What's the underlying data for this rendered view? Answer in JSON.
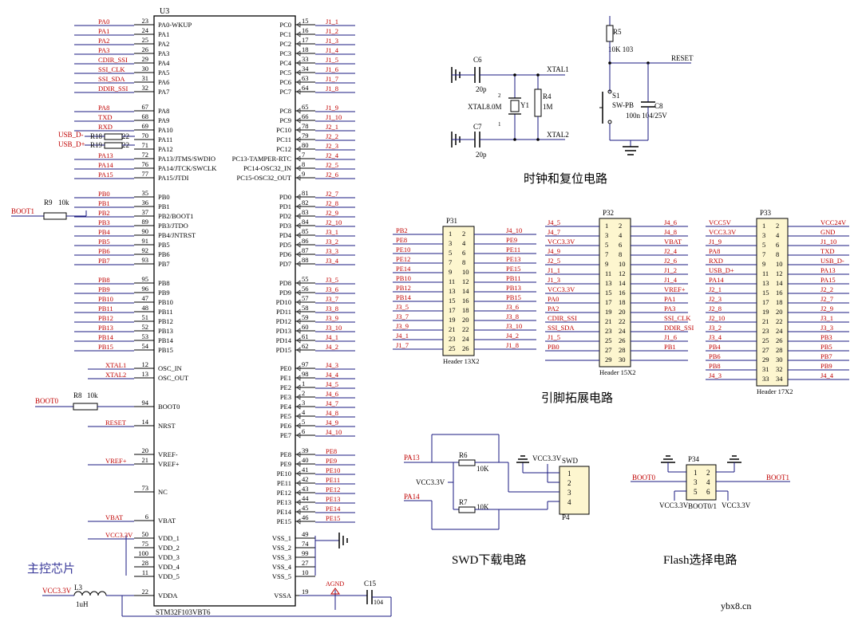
{
  "titles": {
    "mcu": "主控芯片",
    "clock": "时钟和复位电路",
    "expand": "引脚拓展电路",
    "swd": "SWD下载电路",
    "flash": "Flash选择电路",
    "watermark": "ybx8.cn"
  },
  "colors": {
    "net": "#c00000",
    "wire": "#1a1a80",
    "body": "#000000",
    "box_fill": "#fdf6cf"
  },
  "mcu": {
    "ref": "U3",
    "part": "STM32F103VBT6",
    "left_pins": [
      {
        "net": "PA0",
        "num": "23",
        "name": "PA0-WKUP"
      },
      {
        "net": "PA1",
        "num": "24",
        "name": "PA1"
      },
      {
        "net": "PA2",
        "num": "25",
        "name": "PA2"
      },
      {
        "net": "PA3",
        "num": "26",
        "name": "PA3"
      },
      {
        "net": "CDIR_SSI",
        "num": "29",
        "name": "PA4"
      },
      {
        "net": "SSI_CLK",
        "num": "30",
        "name": "PA5"
      },
      {
        "net": "SSI_SDA",
        "num": "31",
        "name": "PA6"
      },
      {
        "net": "DDIR_SSI",
        "num": "32",
        "name": "PA7"
      },
      {
        "net": "PA8",
        "num": "67",
        "name": "PA8"
      },
      {
        "net": "TXD",
        "num": "68",
        "name": "PA9"
      },
      {
        "net": "RXD",
        "num": "69",
        "name": "PA10"
      },
      {
        "net": "",
        "num": "70",
        "name": "PA11"
      },
      {
        "net": "",
        "num": "71",
        "name": "PA12"
      },
      {
        "net": "PA13",
        "num": "72",
        "name": "PA13/JTMS/SWDIO"
      },
      {
        "net": "PA14",
        "num": "76",
        "name": "PA14/JTCK/SWCLK"
      },
      {
        "net": "PA15",
        "num": "77",
        "name": "PA15/JTDI"
      },
      {
        "net": "PB0",
        "num": "35",
        "name": "PB0"
      },
      {
        "net": "PB1",
        "num": "36",
        "name": "PB1"
      },
      {
        "net": "PB2",
        "num": "37",
        "name": "PB2/BOOT1"
      },
      {
        "net": "PB3",
        "num": "89",
        "name": "PB3/JTDO"
      },
      {
        "net": "PB4",
        "num": "90",
        "name": "PB4/JNTRST"
      },
      {
        "net": "PB5",
        "num": "91",
        "name": "PB5"
      },
      {
        "net": "PB6",
        "num": "92",
        "name": "PB6"
      },
      {
        "net": "PB7",
        "num": "93",
        "name": "PB7"
      },
      {
        "net": "PB8",
        "num": "95",
        "name": "PB8"
      },
      {
        "net": "PB9",
        "num": "96",
        "name": "PB9"
      },
      {
        "net": "PB10",
        "num": "47",
        "name": "PB10"
      },
      {
        "net": "PB11",
        "num": "48",
        "name": "PB11"
      },
      {
        "net": "PB12",
        "num": "51",
        "name": "PB12"
      },
      {
        "net": "PB13",
        "num": "52",
        "name": "PB13"
      },
      {
        "net": "PB14",
        "num": "53",
        "name": "PB14"
      },
      {
        "net": "PB15",
        "num": "54",
        "name": "PB15"
      },
      {
        "net": "XTAL1",
        "num": "12",
        "name": "OSC_IN"
      },
      {
        "net": "XTAL2",
        "num": "13",
        "name": "OSC_OUT"
      },
      {
        "net": "",
        "num": "94",
        "name": "BOOT0"
      },
      {
        "net": "RESET",
        "num": "14",
        "name": "NRST"
      },
      {
        "net": "",
        "num": "20",
        "name": "VREF-"
      },
      {
        "net": "VREF+",
        "num": "21",
        "name": "VREF+"
      },
      {
        "net": "",
        "num": "73",
        "name": "NC"
      },
      {
        "net": "VBAT",
        "num": "6",
        "name": "VBAT"
      },
      {
        "net": "VCC3.3V",
        "num": "50",
        "name": "VDD_1"
      },
      {
        "net": "",
        "num": "75",
        "name": "VDD_2"
      },
      {
        "net": "",
        "num": "100",
        "name": "VDD_3"
      },
      {
        "net": "",
        "num": "28",
        "name": "VDD_4"
      },
      {
        "net": "",
        "num": "11",
        "name": "VDD_5"
      },
      {
        "net": "",
        "num": "22",
        "name": "VDDA"
      }
    ],
    "right_pins": [
      {
        "net": "J1_1",
        "num": "15",
        "name": "PC0"
      },
      {
        "net": "J1_2",
        "num": "16",
        "name": "PC1"
      },
      {
        "net": "J1_3",
        "num": "17",
        "name": "PC2"
      },
      {
        "net": "J1_4",
        "num": "18",
        "name": "PC3"
      },
      {
        "net": "J1_5",
        "num": "33",
        "name": "PC4"
      },
      {
        "net": "J1_6",
        "num": "34",
        "name": "PC5"
      },
      {
        "net": "J1_7",
        "num": "63",
        "name": "PC6"
      },
      {
        "net": "J1_8",
        "num": "64",
        "name": "PC7"
      },
      {
        "net": "J1_9",
        "num": "65",
        "name": "PC8"
      },
      {
        "net": "J1_10",
        "num": "66",
        "name": "PC9"
      },
      {
        "net": "J2_1",
        "num": "78",
        "name": "PC10"
      },
      {
        "net": "J2_2",
        "num": "79",
        "name": "PC11"
      },
      {
        "net": "J2_3",
        "num": "80",
        "name": "PC12"
      },
      {
        "net": "J2_4",
        "num": "7",
        "name": "PC13-TAMPER-RTC"
      },
      {
        "net": "J2_5",
        "num": "8",
        "name": "PC14-OSC32_IN"
      },
      {
        "net": "J2_6",
        "num": "9",
        "name": "PC15-OSC32_OUT"
      },
      {
        "net": "J2_7",
        "num": "81",
        "name": "PD0"
      },
      {
        "net": "J2_8",
        "num": "82",
        "name": "PD1"
      },
      {
        "net": "J2_9",
        "num": "83",
        "name": "PD2"
      },
      {
        "net": "J2_10",
        "num": "84",
        "name": "PD3"
      },
      {
        "net": "J3_1",
        "num": "85",
        "name": "PD4"
      },
      {
        "net": "J3_2",
        "num": "86",
        "name": "PD5"
      },
      {
        "net": "J3_3",
        "num": "87",
        "name": "PD6"
      },
      {
        "net": "J3_4",
        "num": "88",
        "name": "PD7"
      },
      {
        "net": "J3_5",
        "num": "55",
        "name": "PD8"
      },
      {
        "net": "J3_6",
        "num": "56",
        "name": "PD9"
      },
      {
        "net": "J3_7",
        "num": "57",
        "name": "PD10"
      },
      {
        "net": "J3_8",
        "num": "58",
        "name": "PD11"
      },
      {
        "net": "J3_9",
        "num": "59",
        "name": "PD12"
      },
      {
        "net": "J3_10",
        "num": "60",
        "name": "PD13"
      },
      {
        "net": "J4_1",
        "num": "61",
        "name": "PD14"
      },
      {
        "net": "J4_2",
        "num": "62",
        "name": "PD15"
      },
      {
        "net": "J4_3",
        "num": "97",
        "name": "PE0"
      },
      {
        "net": "J4_4",
        "num": "98",
        "name": "PE1"
      },
      {
        "net": "J4_5",
        "num": "1",
        "name": "PE2"
      },
      {
        "net": "J4_6",
        "num": "2",
        "name": "PE3"
      },
      {
        "net": "J4_7",
        "num": "3",
        "name": "PE4"
      },
      {
        "net": "J4_8",
        "num": "4",
        "name": "PE5"
      },
      {
        "net": "J4_9",
        "num": "5",
        "name": "PE6"
      },
      {
        "net": "J4_10",
        "num": "6",
        "name": "PE7"
      },
      {
        "net": "PE8",
        "num": "39",
        "name": "PE8"
      },
      {
        "net": "PE9",
        "num": "40",
        "name": "PE9"
      },
      {
        "net": "PE10",
        "num": "41",
        "name": "PE10"
      },
      {
        "net": "PE11",
        "num": "42",
        "name": "PE11"
      },
      {
        "net": "PE12",
        "num": "43",
        "name": "PE12"
      },
      {
        "net": "PE13",
        "num": "44",
        "name": "PE13"
      },
      {
        "net": "PE14",
        "num": "45",
        "name": "PE14"
      },
      {
        "net": "PE15",
        "num": "46",
        "name": "PE15"
      },
      {
        "net": "",
        "num": "49",
        "name": "VSS_1"
      },
      {
        "net": "",
        "num": "74",
        "name": "VSS_2"
      },
      {
        "net": "",
        "num": "99",
        "name": "VSS_3"
      },
      {
        "net": "",
        "num": "27",
        "name": "VSS_4"
      },
      {
        "net": "",
        "num": "10",
        "name": "VSS_5"
      },
      {
        "net": "",
        "num": "19",
        "name": "VSSA"
      }
    ],
    "extra": {
      "r18": {
        "ref": "R18",
        "val": "22",
        "net": "USB_D-"
      },
      "r19": {
        "ref": "R19",
        "val": "22",
        "net": "USB_D+"
      },
      "r9": {
        "ref": "R9",
        "val": "10k",
        "net": "BOOT1"
      },
      "r8": {
        "ref": "R8",
        "val": "10k",
        "net": "BOOT0"
      },
      "l3": {
        "ref": "L3",
        "val": "1uH",
        "net": "VCC3.3V"
      },
      "c15": {
        "ref": "C15",
        "val": "104"
      },
      "agnd": "AGND"
    }
  },
  "clock": {
    "c6": {
      "ref": "C6",
      "val": "20p"
    },
    "c7": {
      "ref": "C7",
      "val": "20p"
    },
    "y1": {
      "ref": "Y1",
      "val": "XTAL8.0M",
      "p2": "2",
      "p1": "1"
    },
    "r4": {
      "ref": "R4",
      "val": "1M"
    },
    "xtal1": "XTAL1",
    "xtal2": "XTAL2",
    "r5": {
      "ref": "R5",
      "val": "10K 103"
    },
    "s1": {
      "ref": "S1",
      "val": "SW-PB"
    },
    "c8": {
      "ref": "C8",
      "val": "100n 104/25V"
    },
    "reset": "RESET"
  },
  "headers": [
    {
      "ref": "P31",
      "caption": "Header 13X2",
      "left": [
        "PB2",
        "PE8",
        "PE10",
        "PE12",
        "PE14",
        "PB10",
        "PB12",
        "PB14",
        "J3_5",
        "J3_7",
        "J3_9",
        "J4_1",
        "J1_7"
      ],
      "right": [
        "J4_10",
        "PE9",
        "PE11",
        "PE13",
        "PE15",
        "PB11",
        "PB13",
        "PB15",
        "J3_6",
        "J3_8",
        "J3_10",
        "J4_2",
        "J1_8"
      ]
    },
    {
      "ref": "P32",
      "caption": "Header 15X2",
      "left": [
        "J4_5",
        "J4_7",
        "VCC3.3V",
        "J4_9",
        "J2_5",
        "J1_1",
        "J1_3",
        "VCC3.3V",
        "PA0",
        "PA2",
        "CDIR_SSI",
        "SSI_SDA",
        "J1_5",
        "PB0",
        ""
      ],
      "right": [
        "J4_6",
        "J4_8",
        "VBAT",
        "J2_4",
        "J2_6",
        "J1_2",
        "J1_4",
        "VREF+",
        "PA1",
        "PA3",
        "SSI_CLK",
        "DDIR_SSI",
        "J1_6",
        "PB1",
        ""
      ]
    },
    {
      "ref": "P33",
      "caption": "Header 17X2",
      "left": [
        "VCC5V",
        "VCC3.3V",
        "J1_9",
        "PA8",
        "RXD",
        "USB_D+",
        "PA14",
        "J2_1",
        "J2_3",
        "J2_8",
        "J2_10",
        "J3_2",
        "J3_4",
        "PB4",
        "PB6",
        "PB8",
        "J4_3"
      ],
      "right": [
        "VCC24V",
        "GND",
        "J1_10",
        "TXD",
        "USB_D-",
        "PA13",
        "PA15",
        "J2_2",
        "J2_7",
        "J2_9",
        "J3_1",
        "J3_3",
        "PB3",
        "PB5",
        "PB7",
        "PB9",
        "J4_4"
      ]
    }
  ],
  "swd": {
    "ref": "P4",
    "label": "SWD",
    "pins": [
      "1",
      "2",
      "3",
      "4"
    ],
    "pa13": "PA13",
    "pa14": "PA14",
    "vcc_left": "VCC3.3V",
    "vcc_top": "VCC3.3V",
    "r6": {
      "ref": "R6",
      "val": "10K"
    },
    "r7": {
      "ref": "R7",
      "val": "10K"
    }
  },
  "flash": {
    "ref": "P34",
    "caption": "BOOT0/1",
    "pins": [
      "1",
      "2",
      "3",
      "4",
      "5",
      "6"
    ],
    "boot0": "BOOT0",
    "boot1": "BOOT1",
    "vcc_left": "VCC3.3V",
    "vcc_right": "VCC3.3V"
  }
}
